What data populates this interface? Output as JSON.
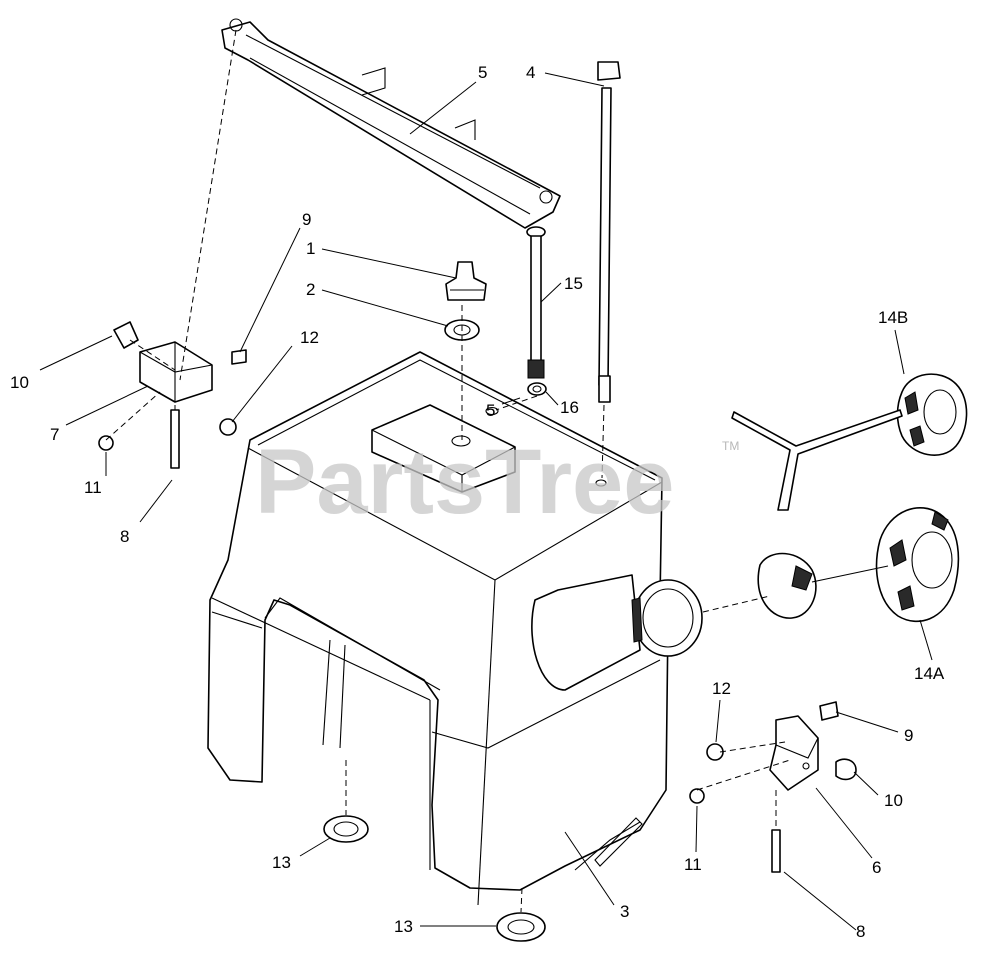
{
  "watermark": {
    "text": "PartsTree",
    "trademark": "TM"
  },
  "callouts": [
    {
      "id": "1",
      "label": "1"
    },
    {
      "id": "2",
      "label": "2"
    },
    {
      "id": "3",
      "label": "3"
    },
    {
      "id": "4",
      "label": "4"
    },
    {
      "id": "5a",
      "label": "5"
    },
    {
      "id": "5b",
      "label": "5"
    },
    {
      "id": "6",
      "label": "6"
    },
    {
      "id": "7",
      "label": "7"
    },
    {
      "id": "8a",
      "label": "8"
    },
    {
      "id": "8b",
      "label": "8"
    },
    {
      "id": "9a",
      "label": "9"
    },
    {
      "id": "9b",
      "label": "9"
    },
    {
      "id": "10a",
      "label": "10"
    },
    {
      "id": "10b",
      "label": "10"
    },
    {
      "id": "11a",
      "label": "11"
    },
    {
      "id": "11b",
      "label": "11"
    },
    {
      "id": "12a",
      "label": "12"
    },
    {
      "id": "12b",
      "label": "12"
    },
    {
      "id": "13a",
      "label": "13"
    },
    {
      "id": "13b",
      "label": "13"
    },
    {
      "id": "14A",
      "label": "14A"
    },
    {
      "id": "14B",
      "label": "14B"
    },
    {
      "id": "15",
      "label": "15"
    },
    {
      "id": "16",
      "label": "16"
    }
  ]
}
